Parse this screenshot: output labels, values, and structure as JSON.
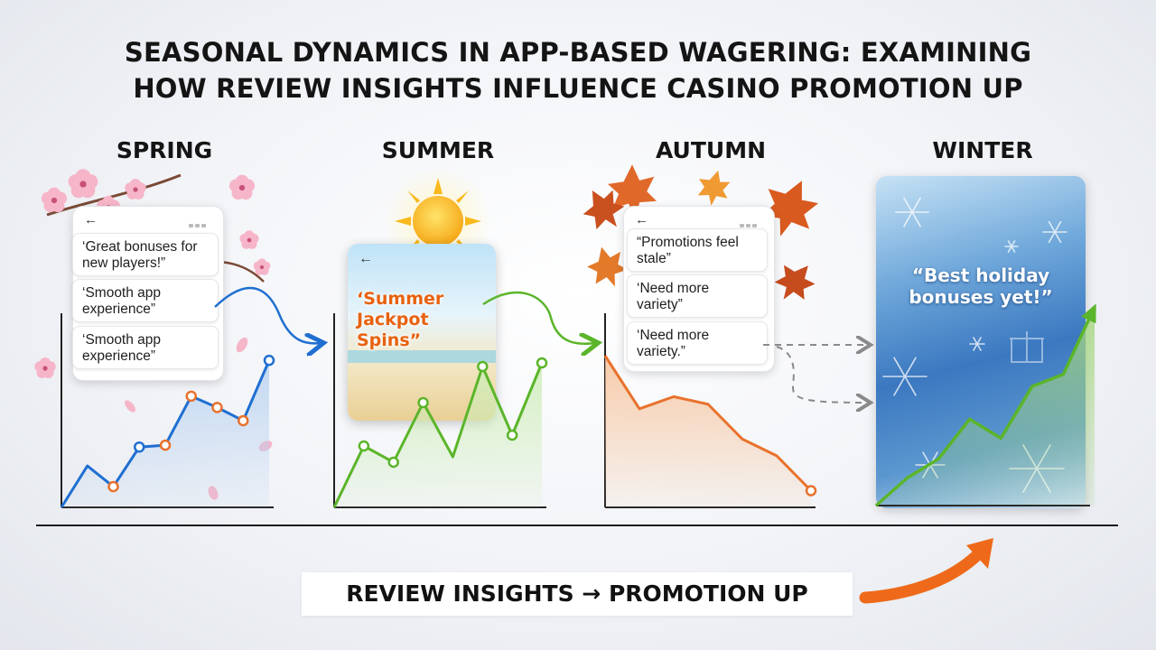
{
  "title_line1": "SEASONAL DYNAMICS IN APP-BASED WAGERING: EXAMINING",
  "title_line2": "HOW REVIEW INSIGHTS INFLUENCE CASINO PROMOTION UP",
  "seasons": [
    {
      "label": "SPRING",
      "color": "#1f6fd1"
    },
    {
      "label": "SUMMER",
      "color": "#5bb52a"
    },
    {
      "label": "AUTUMN",
      "color": "#e8722c"
    },
    {
      "label": "WINTER",
      "color": "#5bb52a"
    }
  ],
  "spring_reviews": [
    "‘Great bonuses for new players!”",
    "‘Smooth app experience”",
    "‘Smooth app experience”"
  ],
  "summer_promo": "‘Summer Jackpot Spins”",
  "autumn_reviews": [
    "“Promotions feel stale”",
    "‘Need more variety”",
    "‘Need more variety.”"
  ],
  "winter_quote": "“Best holiday bonuses yet!”",
  "bottom_label": "REVIEW INSIGHTS → PROMOTION UP",
  "chart_data": [
    {
      "type": "line",
      "series": [
        {
          "values": [
            0,
            2.2,
            1.1,
            3.2,
            3.3,
            5.9,
            5.3,
            4.6,
            7.8
          ]
        }
      ]
    },
    {
      "type": "line",
      "series": [
        {
          "values": [
            0,
            3.4,
            2.5,
            5.8,
            2.8,
            7.8,
            4.0,
            8.0
          ]
        }
      ]
    },
    {
      "type": "line",
      "series": [
        {
          "values": [
            10,
            6.5,
            7.3,
            6.8,
            4.5,
            3.4,
            1.1
          ]
        }
      ]
    },
    {
      "type": "line",
      "series": [
        {
          "values": [
            0,
            1.6,
            2.7,
            5.0,
            3.9,
            6.9,
            7.6,
            11.5
          ]
        }
      ]
    }
  ]
}
